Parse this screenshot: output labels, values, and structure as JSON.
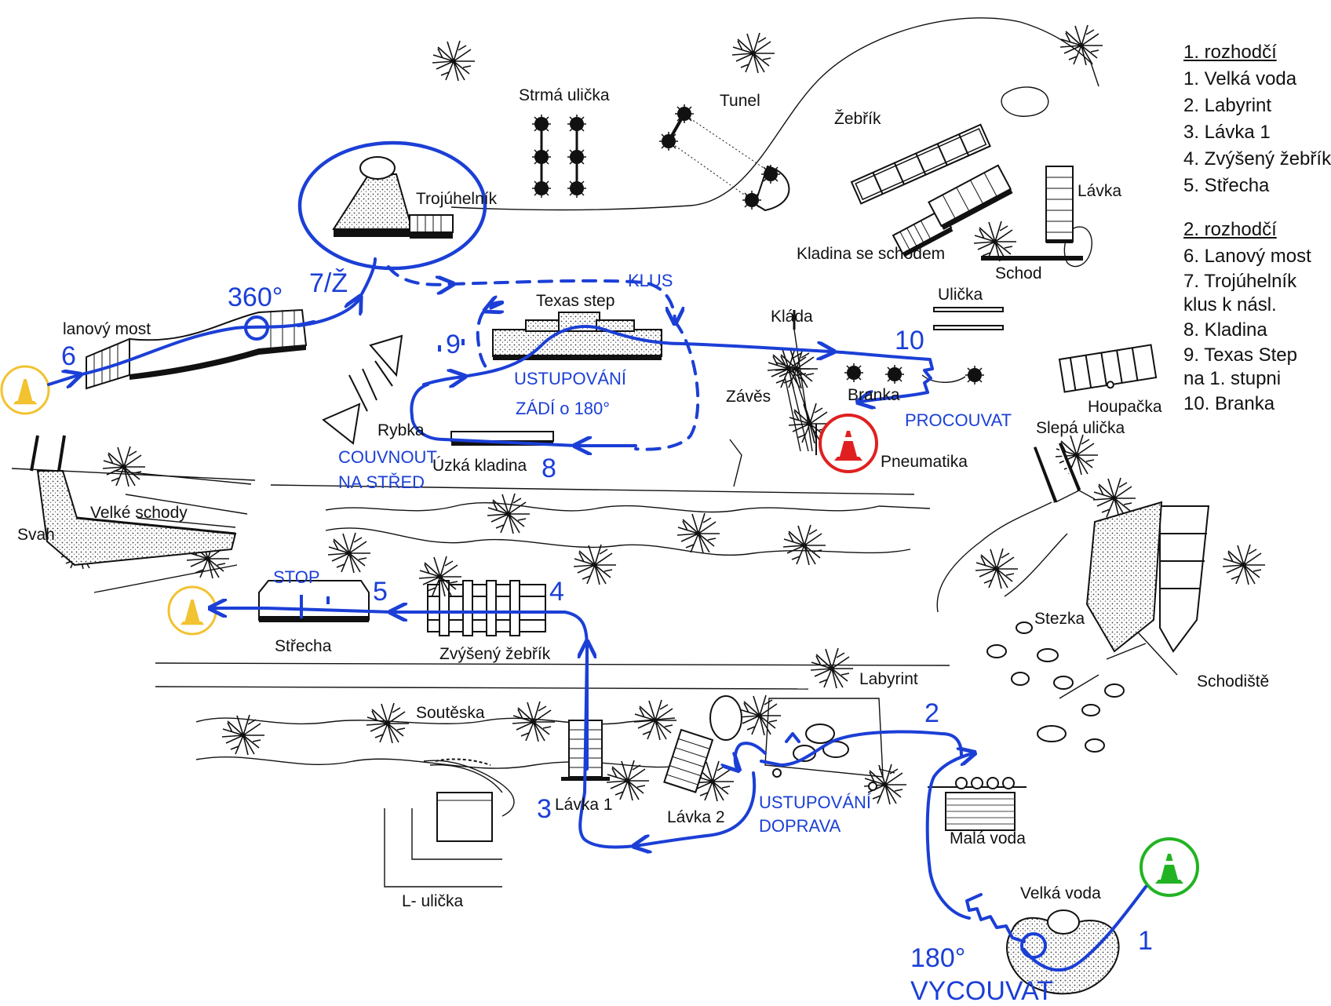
{
  "labels": {
    "strma_ulicka": "Strmá ulička",
    "tunel": "Tunel",
    "zebrik": "Žebřík",
    "lavka_top": "Lávka",
    "trojuhelnik": "Trojúhelník",
    "kladina_se_schodem": "Kladina se schodem",
    "schod": "Schod",
    "ulicka": "Ulička",
    "texas_step": "Texas step",
    "klada": "Kláda",
    "lanovy_most": "lanový most",
    "zaves": "Závěs",
    "branka": "Branka",
    "houpacka": "Houpačka",
    "slepa_ulicka": "Slepá ulička",
    "rybka": "Rybka",
    "uzka_kladina": "Úzká kladina",
    "pneumatika": "Pneumatika",
    "velke_schody": "Velké schody",
    "svah": "Svah",
    "strecha": "Střecha",
    "zvyseny_zebrik": "Zvýšený žebřík",
    "stezka": "Stezka",
    "labyrint": "Labyrint",
    "schodiste": "Schodiště",
    "souteska": "Soutěska",
    "lavka_1": "Lávka 1",
    "lavka_2": "Lávka 2",
    "mala_voda": "Malá voda",
    "l_ulicka": "L- ulička",
    "velka_voda": "Velká voda"
  },
  "route": {
    "n1": "1",
    "n2": "2",
    "n3": "3",
    "n4": "4",
    "n5": "5",
    "n6": "6",
    "n7": "7/Ž",
    "n8": "8",
    "n9": "9",
    "n10": "10",
    "deg360": "360°",
    "klus": "KLUS",
    "ustupovani_zadi_1": "USTUPOVÁNÍ",
    "ustupovani_zadi_2": "ZÁDÍ o 180°",
    "couvnout_1": "COUVNOUT",
    "couvnout_2": "NA STŘED",
    "procouvat": "PROCOUVAT",
    "stop": "STOP",
    "ustupovani_doprava_1": "USTUPOVÁNÍ",
    "ustupovani_doprava_2": "DOPRAVA",
    "deg180": "180°",
    "vycouvat": "VYCOUVAT"
  },
  "legend": {
    "h1": "1. rozhodčí",
    "l1": "1. Velká voda",
    "l2": "2. Labyrint",
    "l3": "3. Lávka 1",
    "l4": "4. Zvýšený žebřík",
    "l5": "5. Střecha",
    "h2": "2. rozhodčí",
    "l6": "6. Lanový most",
    "l7a": "7. Trojúhelník",
    "l7b": "klus k násl.",
    "l8": "8. Kladina",
    "l9a": "9. Texas Step",
    "l9b": "na 1. stupni",
    "l10": "10. Branka"
  },
  "colors": {
    "route": "#1b3fd6",
    "start_cone": "#22b322",
    "mid_cone": "#f2c230",
    "end_cone": "#e02020"
  }
}
